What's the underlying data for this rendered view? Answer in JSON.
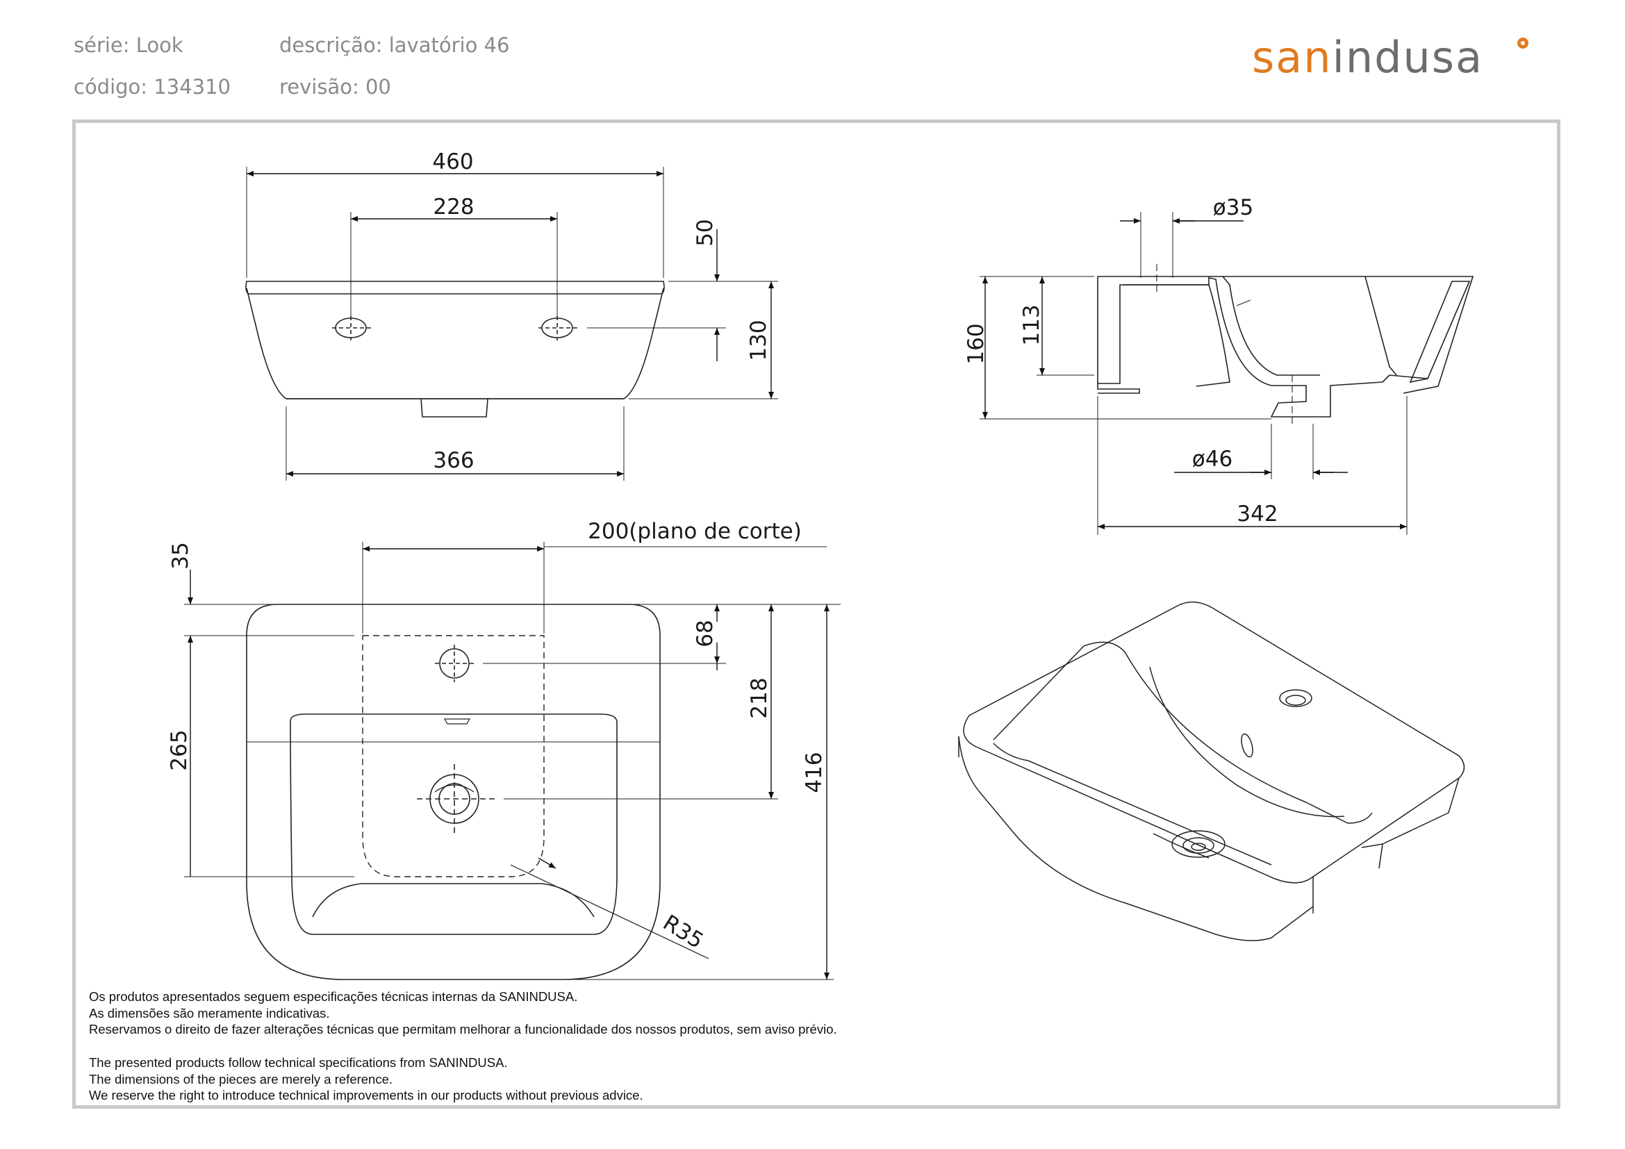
{
  "header": {
    "serie": "série: Look",
    "descricao": "descrição: lavatório 46",
    "codigo": "código: 134310",
    "revisao": "revisão: 00"
  },
  "brand": {
    "logo_text_accent": "san",
    "logo_text_main": "indusa",
    "accent_color": "#e07b1f",
    "main_color": "#6d6d6d"
  },
  "dimensions": {
    "top_width": "460",
    "tap_spacing": "228",
    "rim_height": "50",
    "front_height": "130",
    "base_width": "366",
    "overflow_dia": "ø35",
    "side_height": "160",
    "side_inner": "113",
    "drain_dia": "ø46",
    "side_depth": "342",
    "top_offset": "35",
    "cut_plane": "200(plano de corte)",
    "hole_offset": "68",
    "drain_offset": "218",
    "plan_depth": "416",
    "plan_265": "265",
    "radius": "R35"
  },
  "notes_pt": [
    "Os produtos apresentados seguem especificações técnicas internas da SANINDUSA.",
    "As dimensões são meramente indicativas.",
    "Reservamos o direito de fazer alterações técnicas que permitam melhorar a funcionalidade dos nossos produtos, sem aviso prévio."
  ],
  "notes_en": [
    "The presented products follow technical specifications from SANINDUSA.",
    "The dimensions of the pieces are merely a reference.",
    "We reserve the right to introduce technical improvements in our products without previous advice."
  ]
}
